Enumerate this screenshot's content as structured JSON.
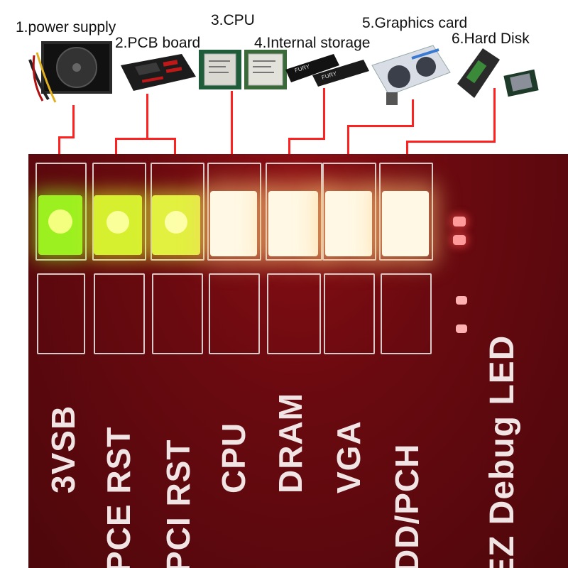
{
  "components": [
    {
      "label": "1.power supply",
      "icon": "power-supply-icon"
    },
    {
      "label": "2.PCB board",
      "icon": "pcb-board-icon"
    },
    {
      "label": "3.CPU",
      "icon": "cpu-icon"
    },
    {
      "label": "4.Internal storage",
      "icon": "ram-icon"
    },
    {
      "label": "5.Graphics card",
      "icon": "graphics-card-icon"
    },
    {
      "label": "6.Hard Disk",
      "icon": "hard-disk-icon"
    }
  ],
  "board": {
    "leds": [
      {
        "label": "3VSB",
        "color": "#b8ff30"
      },
      {
        "label": "PCE RST",
        "color": "#e8ff40"
      },
      {
        "label": "PCI RST",
        "color": "#eeff50"
      },
      {
        "label": "CPU",
        "color": "#fff6e0"
      },
      {
        "label": "DRAM",
        "color": "#fff6e0"
      },
      {
        "label": "VGA",
        "color": "#fff6e0"
      },
      {
        "label": "DD/PCH",
        "color": "#fff6e0"
      }
    ],
    "side_label": "EZ Debug LED"
  },
  "colors": {
    "wire": "#ff2020",
    "board": "#6a0a10",
    "silkscreen": "#f1e4e4"
  }
}
